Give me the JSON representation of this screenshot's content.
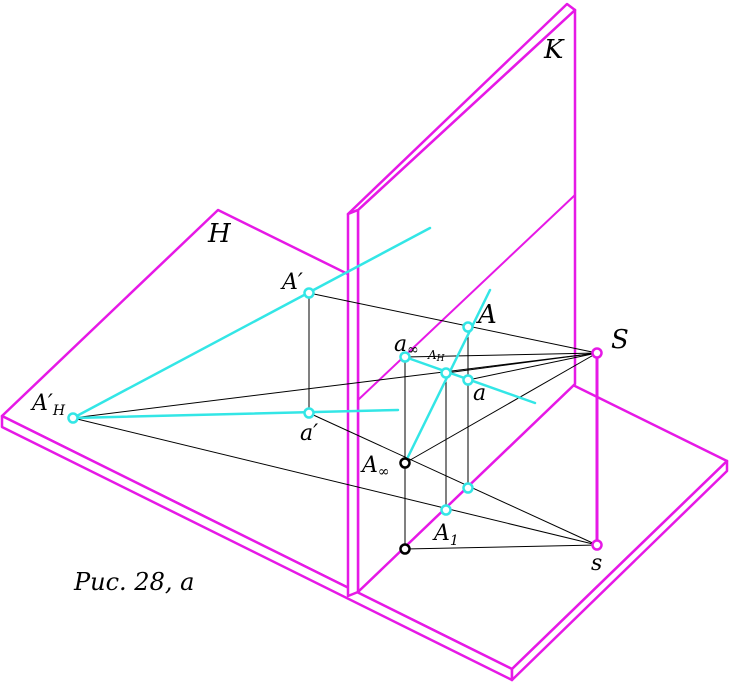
{
  "labels": {
    "K": "K",
    "H": "H",
    "S": "S",
    "s": "s",
    "A": "A",
    "A_prime": "A′",
    "A_H": "A",
    "A_H_sub": "H",
    "A_H_prime": "A′",
    "A_H_prime_sub": "H",
    "a": "a",
    "a_prime": "a′",
    "a_inf": "a",
    "a_inf_sub": "∞",
    "A_inf": "A",
    "A_inf_sub": "∞",
    "A1": "A",
    "A1_sub": "1"
  },
  "caption": "Рис. 28, а",
  "colors": {
    "plane": "#e619e6",
    "ray": "#33e6e6",
    "line": "#000000",
    "point_open": "#ffffff"
  }
}
